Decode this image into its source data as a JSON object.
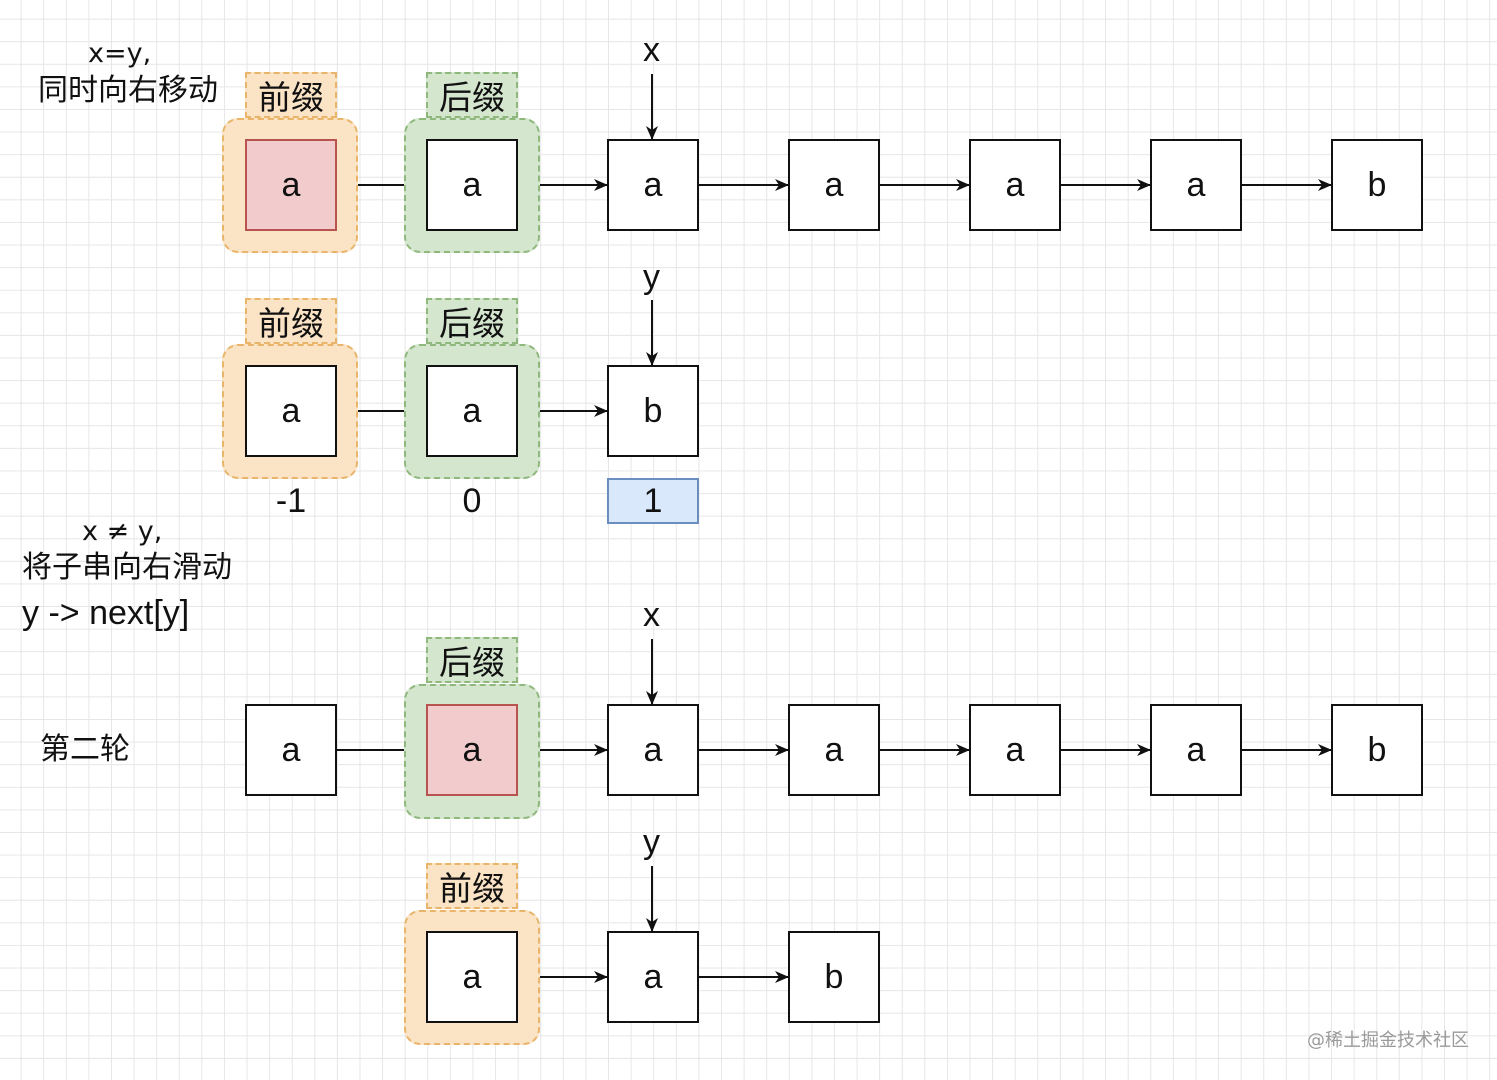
{
  "labels": {
    "row1_note_line1": "x=y,",
    "row1_note_line2": "同时向右移动",
    "row3_note_line1": "x ≠ y,",
    "row3_note_line2": "将子串向右滑动",
    "row3_note_line3": "y -> next[y]",
    "round2": "第二轮",
    "prefix": "前缀",
    "suffix": "后缀",
    "ptr_x": "x",
    "ptr_y": "y"
  },
  "row1": {
    "nodes": [
      "a",
      "a",
      "a",
      "a",
      "a",
      "a",
      "b"
    ]
  },
  "row2": {
    "nodes": [
      "a",
      "a",
      "b"
    ],
    "indices": [
      "-1",
      "0",
      "1"
    ]
  },
  "row3": {
    "nodes": [
      "a",
      "a",
      "a",
      "a",
      "a",
      "a",
      "b"
    ]
  },
  "row4": {
    "nodes": [
      "a",
      "a",
      "b"
    ]
  },
  "colors": {
    "prefix_fill": "#fbe3c5",
    "suffix_fill": "#d5e6cf",
    "highlight_node": "#f2cccc",
    "index_highlight": "#dae8fc"
  },
  "watermark": "@稀土掘金技术社区"
}
